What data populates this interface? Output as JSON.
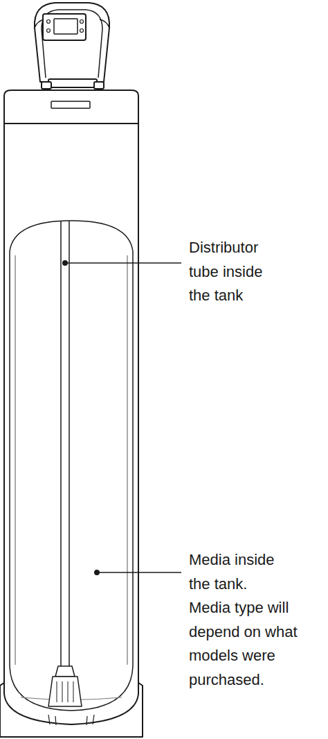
{
  "diagram": {
    "labels": [
      "Distributor tube inside the tank",
      "Media inside the tank.",
      "Media type will depend on what models were purchased."
    ]
  }
}
